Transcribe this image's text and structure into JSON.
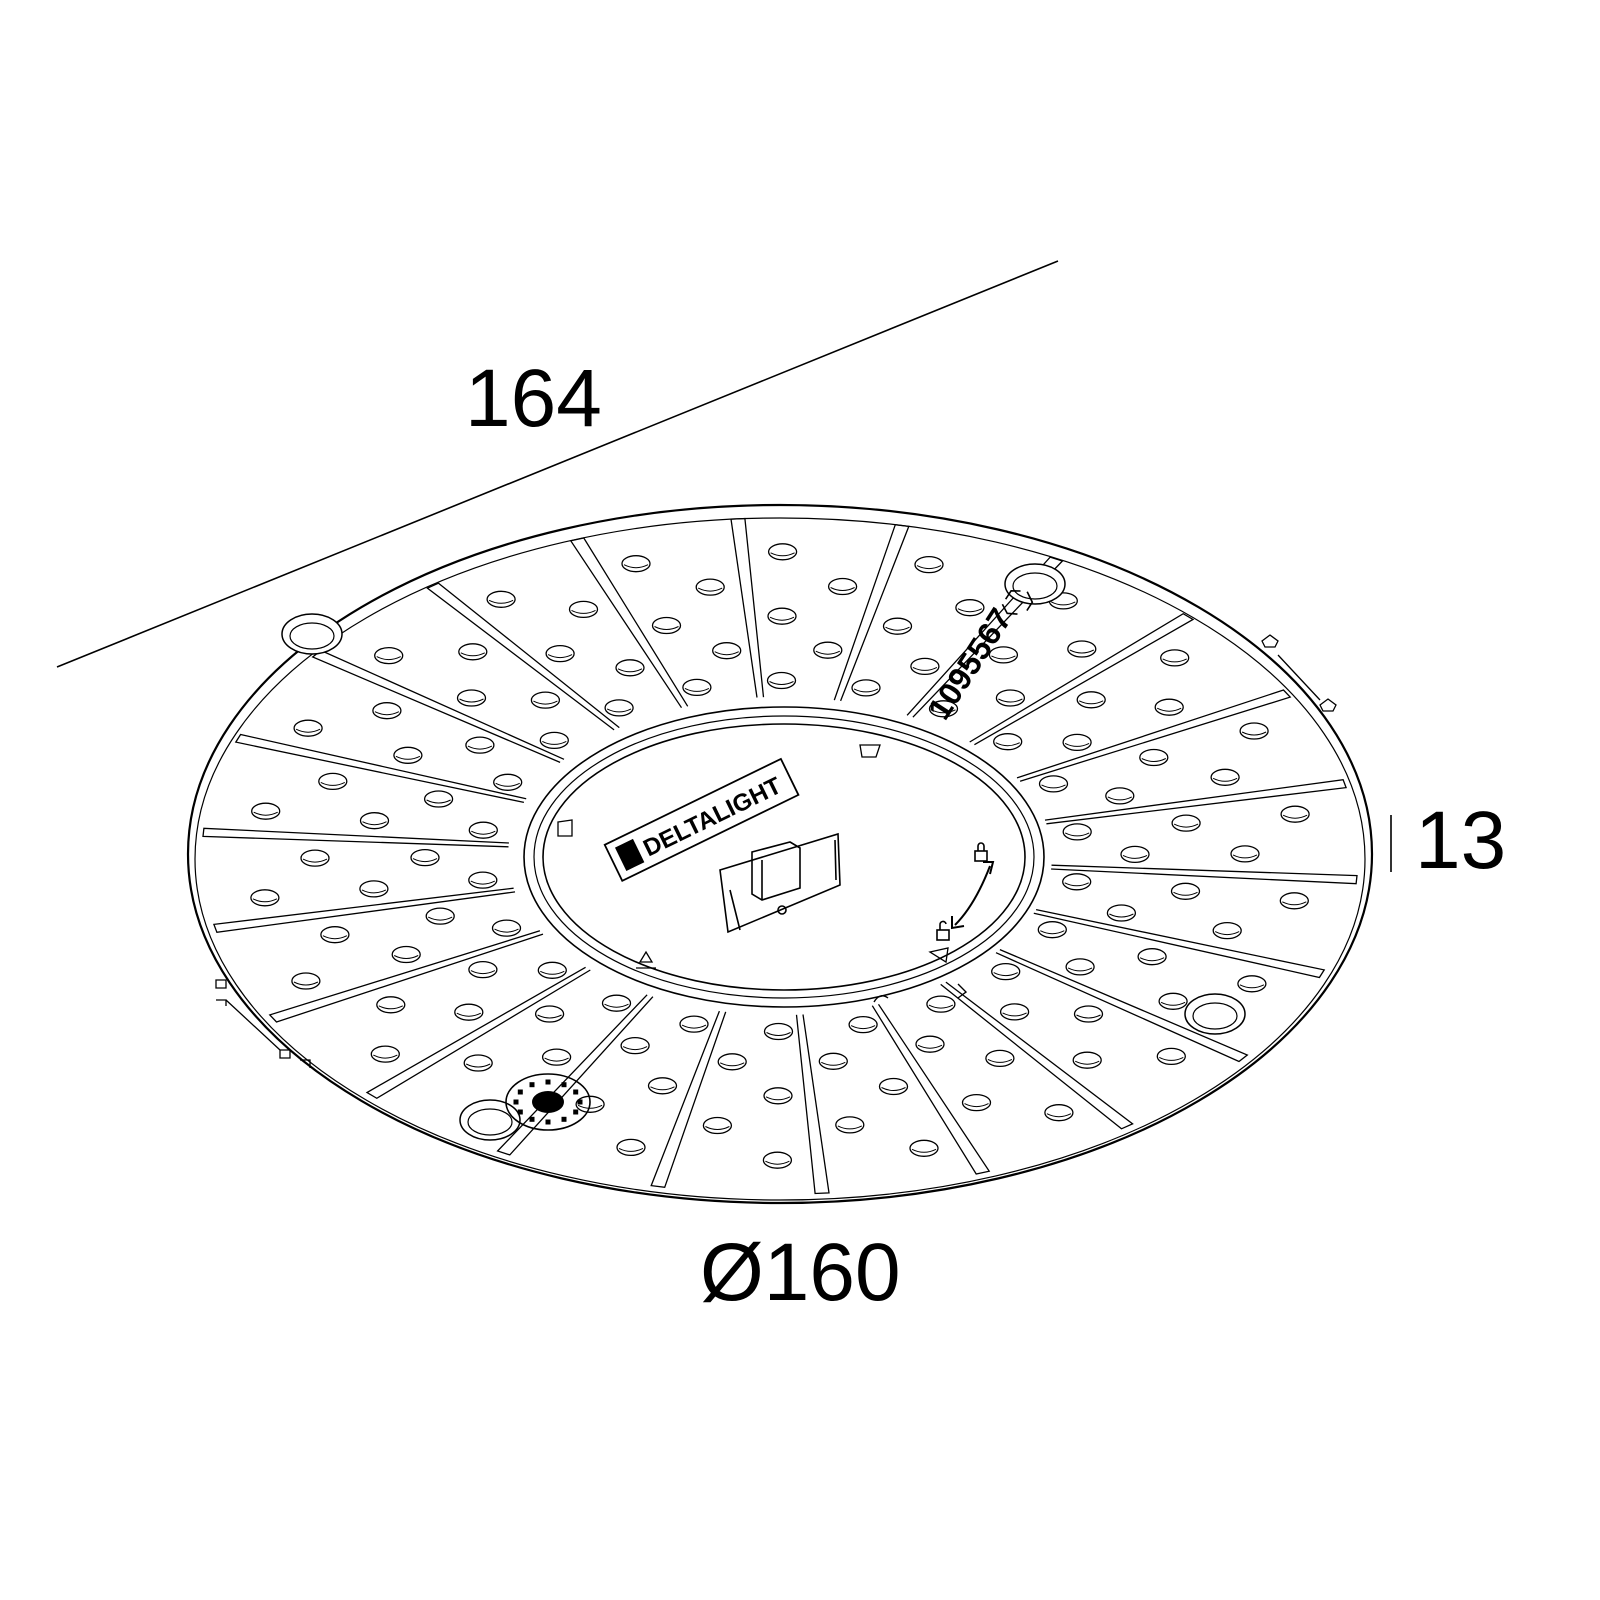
{
  "drawing": {
    "dimensions": {
      "width_label": "164",
      "height_label": "13",
      "diameter_label": "Ø160"
    },
    "part_number": "1095567",
    "brand_logo_text": "DELTALIGHT",
    "colors": {
      "line": "#000000",
      "background": "#ffffff"
    },
    "icons": [
      "recycle-icon",
      "rotate-arrow-icon",
      "lock-icon",
      "unlock-icon",
      "date-wheel-stamp-icon",
      "clip-icon"
    ]
  }
}
